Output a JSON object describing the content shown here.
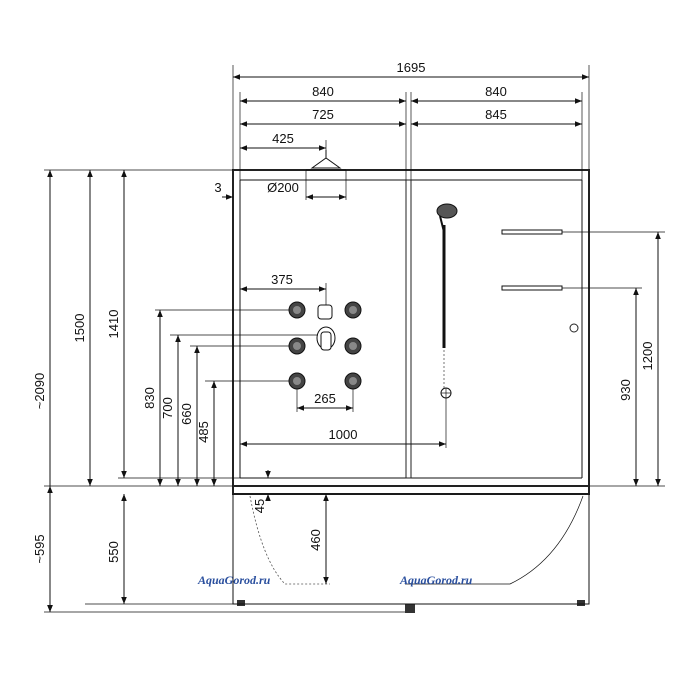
{
  "dimensions": {
    "overall_width": "1695",
    "left_width": "840",
    "right_width": "840",
    "left_inner": "725",
    "right_inner": "845",
    "shower_head_offset": "425",
    "wall_thickness": "3",
    "head_diameter": "Ø200",
    "total_height": "~2090",
    "height_1500": "1500",
    "height_1410": "1410",
    "jet_h1": "830",
    "jet_h2": "700",
    "jet_h3": "660",
    "jet_h4": "485",
    "mixer_offset": "375",
    "jet_spacing": "265",
    "tray_width": "1000",
    "shelf_h1": "1200",
    "shelf_h2": "930",
    "base_height": "~595",
    "tray_height": "550",
    "step_45": "45",
    "tray_460": "460"
  },
  "watermarks": {
    "left": "AquaGorod.ru",
    "right": "AquaGorod.ru"
  },
  "colors": {
    "line": "#111111",
    "watermark": "#2a4f9e"
  }
}
